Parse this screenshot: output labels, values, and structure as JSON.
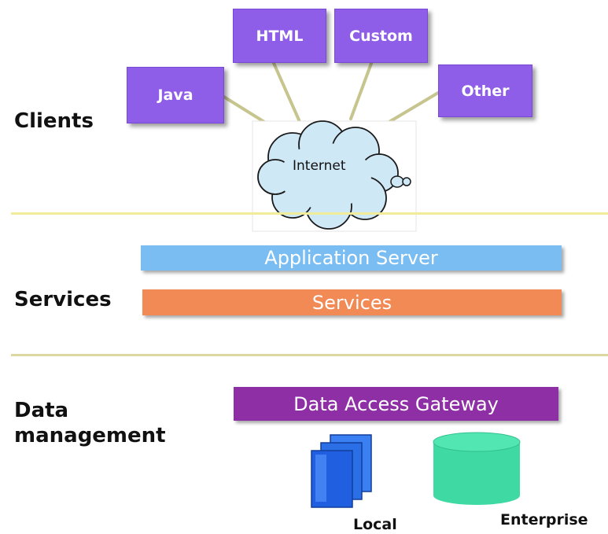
{
  "tiers": {
    "clients": "Clients",
    "services": "Services",
    "data_line1": "Data",
    "data_line2": "management"
  },
  "clients": {
    "java": "Java",
    "html": "HTML",
    "custom": "Custom",
    "other": "Other",
    "internet": "Internet"
  },
  "services_tier": {
    "application_server": "Application Server",
    "services": "Services"
  },
  "data_tier": {
    "gateway": "Data Access Gateway",
    "local": "Local",
    "enterprise": "Enterprise"
  },
  "colors": {
    "client_box": "#8f5ee8",
    "application_server": "#79bdf2",
    "services": "#f28a55",
    "gateway": "#8e2fa6",
    "enterprise_db": "#3fd9a3",
    "local_docs": "#1f5fe0"
  }
}
